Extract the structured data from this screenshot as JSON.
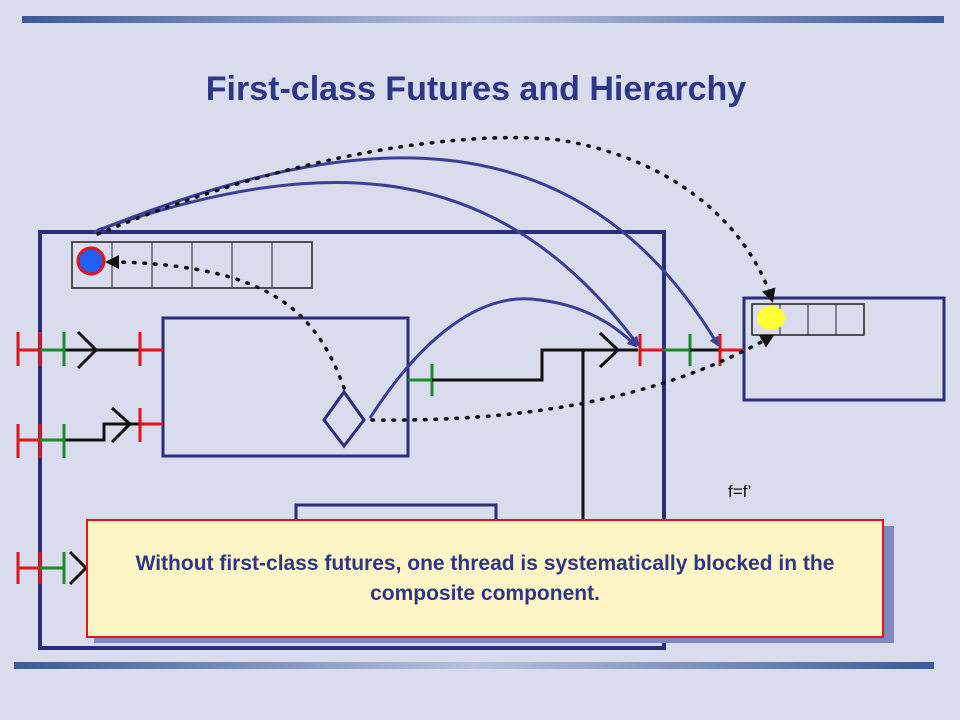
{
  "slide": {
    "title": "First-class Futures and Hierarchy",
    "note": "f=f’",
    "callout": "Without first-class futures, one thread is systematically blocked in the composite component."
  },
  "colors": {
    "background": "#d9dcec",
    "title": "#2e3687",
    "arrow_blue": "#3a3f96",
    "interface_red": "#e8121a",
    "interface_green": "#1a8a2a",
    "future_yellow": "#ffff33",
    "future_blue": "#2060f0",
    "callout_fill": "#fdf5c5"
  }
}
